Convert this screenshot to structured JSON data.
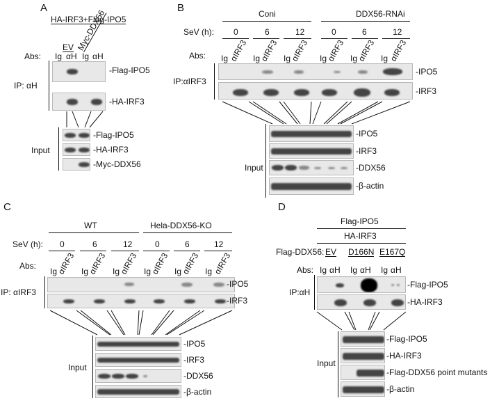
{
  "panelA": {
    "letter": "A",
    "header": "HA-IRF3+Flag-IPO5",
    "cond": [
      "EV",
      "Myc-DDX56"
    ],
    "abs": "Abs:",
    "lanes": [
      "Ig",
      "αH",
      "Ig",
      "αH"
    ],
    "ip": "IP: αH",
    "ip_bands": [
      "-Flag-IPO5",
      "-HA-IRF3"
    ],
    "input": "Input",
    "input_bands": [
      "-Flag-IPO5",
      "-HA-IRF3",
      "-Myc-DDX56"
    ]
  },
  "panelB": {
    "letter": "B",
    "groups": [
      "Coni",
      "DDX56-RNAi"
    ],
    "sev": "SeV (h):",
    "times": [
      "0",
      "6",
      "12",
      "0",
      "6",
      "12"
    ],
    "abs": "Abs:",
    "lanes": [
      "Ig",
      "αIRF3",
      "Ig",
      "αIRF3",
      "Ig",
      "αIRF3",
      "Ig",
      "αIRF3",
      "Ig",
      "αIRF3",
      "Ig",
      "αIRF3"
    ],
    "ip": "IP:αIRF3",
    "ip_bands": [
      "-IPO5",
      "-IRF3"
    ],
    "input": "Input",
    "input_bands": [
      "-IPO5",
      "-IRF3",
      "-DDX56",
      "-β-actin"
    ]
  },
  "panelC": {
    "letter": "C",
    "groups": [
      "WT",
      "Hela-DDX56-KO"
    ],
    "sev": "SeV (h):",
    "times": [
      "0",
      "6",
      "12",
      "0",
      "6",
      "12"
    ],
    "abs": "Abs:",
    "lanes": [
      "Ig",
      "αIRF3",
      "Ig",
      "αIRF3",
      "Ig",
      "αIRF3",
      "Ig",
      "αIRF3",
      "Ig",
      "αIRF3",
      "Ig",
      "αIRF3"
    ],
    "ip": "IP: αIRF3",
    "ip_bands": [
      "-IPO5",
      "-IRF3"
    ],
    "input": "Input",
    "input_bands": [
      "-IPO5",
      "-IRF3",
      "-DDX56",
      "-β-actin"
    ]
  },
  "panelD": {
    "letter": "D",
    "header1": "Flag-IPO5",
    "header2": "HA-IRF3",
    "ddx_label": "Flag-DDX56:",
    "mutants": [
      "EV",
      "D166N",
      "E167Q"
    ],
    "abs": "Abs:",
    "lanes": [
      "Ig",
      "αH",
      "Ig",
      "αH",
      "Ig",
      "αH"
    ],
    "ip": "IP:αH",
    "ip_bands": [
      "-Flag-IPO5",
      "-HA-IRF3"
    ],
    "input": "Input",
    "input_bands": [
      "-Flag-IPO5",
      "-HA-IRF3",
      "-Flag-DDX56 point mutants",
      "-β-actin"
    ]
  }
}
